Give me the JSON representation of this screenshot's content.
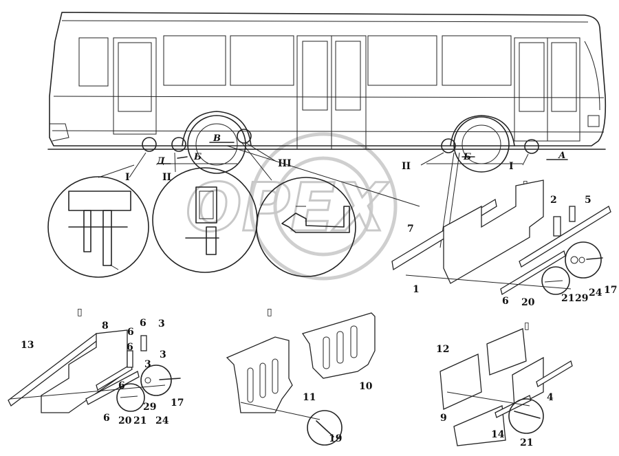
{
  "watermark": {
    "text": "OPEX"
  },
  "view_labels": {
    "i": "I",
    "ii_left": "II",
    "iii": "III",
    "ii_right": "II",
    "i_right": "I",
    "arrow_d": "Д",
    "arrow_b_left": "Б",
    "arrow_v": "В",
    "arrow_b_right": "Б",
    "arrow_a": "А"
  },
  "group_markers": {
    "a": "▯",
    "b": "▯",
    "v": "▯",
    "d": "▯"
  },
  "parts_top_right": [
    "1",
    "2",
    "5",
    "6",
    "7",
    "17",
    "20",
    "21",
    "24",
    "29"
  ],
  "parts_bottom_left": [
    "3",
    "3",
    "3",
    "6",
    "6",
    "6",
    "6",
    "6",
    "8",
    "13",
    "17",
    "20",
    "21",
    "24",
    "29"
  ],
  "parts_bottom_mid": [
    "10",
    "11",
    "19"
  ],
  "parts_bottom_right": [
    "4",
    "9",
    "12",
    "14",
    "21"
  ]
}
